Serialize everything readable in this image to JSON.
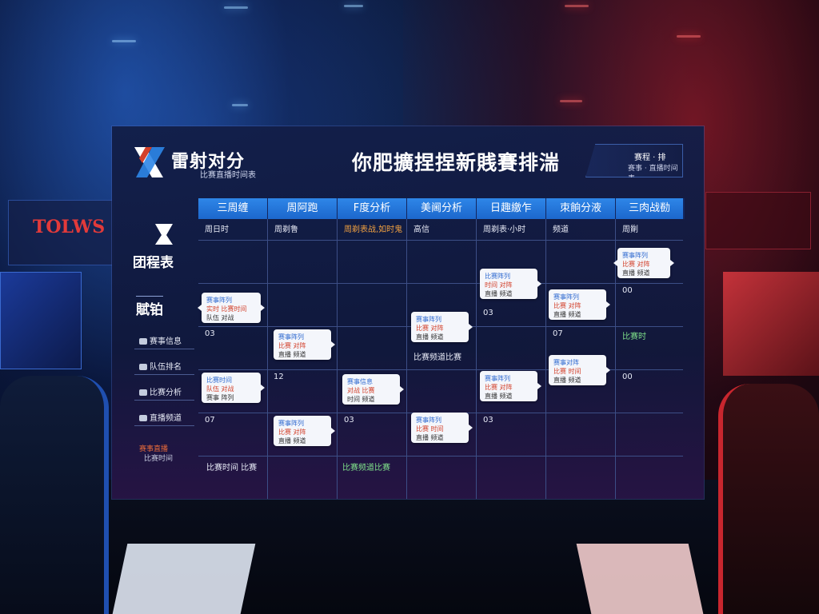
{
  "brand": {
    "name": "雷射对分",
    "sub": "比赛直播时间表"
  },
  "title": "你肥擴捏捏新賎賽排湍",
  "badge": {
    "line1": "赛程 · 排",
    "line2": "赛事 · 直播时间表"
  },
  "left": {
    "label1": "团程表",
    "label2": "賦铂",
    "items": [
      "赛事信息",
      "队伍排名",
      "比赛分析",
      "直播频道"
    ],
    "foot1": "赛事直播",
    "foot2": "比赛时间"
  },
  "days": [
    {
      "label": "三周缠",
      "sub": "周日时"
    },
    {
      "label": "周阿跑",
      "sub": "周剃鲁"
    },
    {
      "label": "F度分析",
      "sub": "周剃表战,如时鬼"
    },
    {
      "label": "美阃分析",
      "sub": "高信"
    },
    {
      "label": "日趣繳乍",
      "sub": "周剃表·小时"
    },
    {
      "label": "朿餉分液",
      "sub": "频道"
    },
    {
      "label": "三肉战勌",
      "sub": "周劕"
    }
  ],
  "cells": {
    "c1": "03",
    "c2": "12",
    "c3": "07",
    "c4": "03",
    "c5": "03",
    "c6": "03",
    "c7": "00",
    "c8": "07",
    "c9": "00",
    "c10": "比赛时"
  },
  "cards": [
    {
      "a": "赛事阵列",
      "b": "实时 比赛时间",
      "c": "队伍 对战"
    },
    {
      "a": "赛事阵列",
      "b": "比赛 对阵",
      "c": "直播 频道"
    },
    {
      "a": "比赛时间",
      "b": "队伍 对战",
      "c": "赛事 阵列"
    },
    {
      "a": "赛事阵列",
      "b": "比赛 对阵",
      "c": "直播 频道"
    },
    {
      "a": "赛事信息",
      "b": "对战 比赛",
      "c": "时间 频道"
    },
    {
      "a": "赛事阵列",
      "b": "比赛 对阵",
      "c": "直播 频道"
    },
    {
      "a": "赛事阵列",
      "b": "比赛 时间",
      "c": "直播 频道"
    },
    {
      "a": "比赛阵列",
      "b": "时间 对阵",
      "c": "直播 频道"
    },
    {
      "a": "赛事阵列",
      "b": "比赛 对阵",
      "c": "直播 频道"
    },
    {
      "a": "赛事阵列",
      "b": "比赛 对阵",
      "c": "直播 频道"
    },
    {
      "a": "赛事对阵",
      "b": "比赛 时间",
      "c": "直播 频道"
    },
    {
      "a": "赛事阵列",
      "b": "比赛 对阵",
      "c": "直播 频道"
    }
  ],
  "footer": {
    "left": "比赛时间 比赛",
    "mid": "比赛频道比赛"
  },
  "colors": {
    "header_blue": "#2e86e8",
    "accent_red": "#d2402a",
    "panel_bg": "#121e48"
  }
}
